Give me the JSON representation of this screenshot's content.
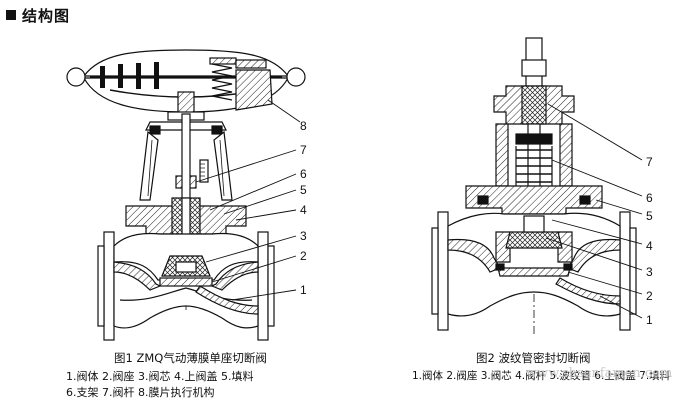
{
  "section_title": "结构图",
  "figure1": {
    "caption": "图1   ZMQ气动薄膜单座切断阀",
    "legend_line1": "1.阀体  2.阀座  3.阀芯  4.上阀盖  5.填料",
    "legend_line2": "6.支架  7.阀杆  8.膜片执行机构",
    "callouts": [
      "8",
      "7",
      "6",
      "5",
      "4",
      "3",
      "2",
      "1"
    ]
  },
  "figure2": {
    "caption": "图2   波纹管密封切断阀",
    "legend_line1": "1.阀体  2.阀座  3.阀芯  4.阀杆  5.波纹管  6.上阀盖  7.填料",
    "callouts": [
      "7",
      "6",
      "5",
      "4",
      "3",
      "2",
      "1"
    ]
  },
  "watermark": "www.shsanfamen.com"
}
